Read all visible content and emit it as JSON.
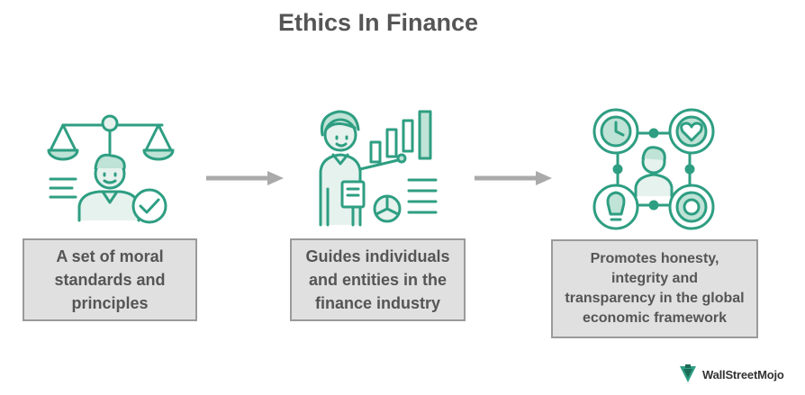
{
  "title": "Ethics In Finance",
  "colors": {
    "accent": "#2e9e82",
    "accent_light": "#bfe3d6",
    "icon_fill": "#e6f2ee",
    "arrow": "#aaaaaa",
    "box_bg": "#e0e0e0",
    "box_border": "#9a9a9a",
    "text": "#555555"
  },
  "steps": [
    {
      "icon": "scales-person-check-icon",
      "lines": [
        "A set of moral",
        "standards and",
        "principles"
      ]
    },
    {
      "icon": "presenter-chart-icon",
      "lines": [
        "Guides individuals",
        "and entities in the",
        "finance industry"
      ]
    },
    {
      "icon": "person-network-values-icon",
      "lines": [
        "Promotes honesty,",
        "integrity and",
        "transparency in the global",
        "economic framework"
      ]
    }
  ],
  "brand": {
    "name": "WallStreetMojo",
    "icon": "wallstreetmojo-logo-icon"
  }
}
